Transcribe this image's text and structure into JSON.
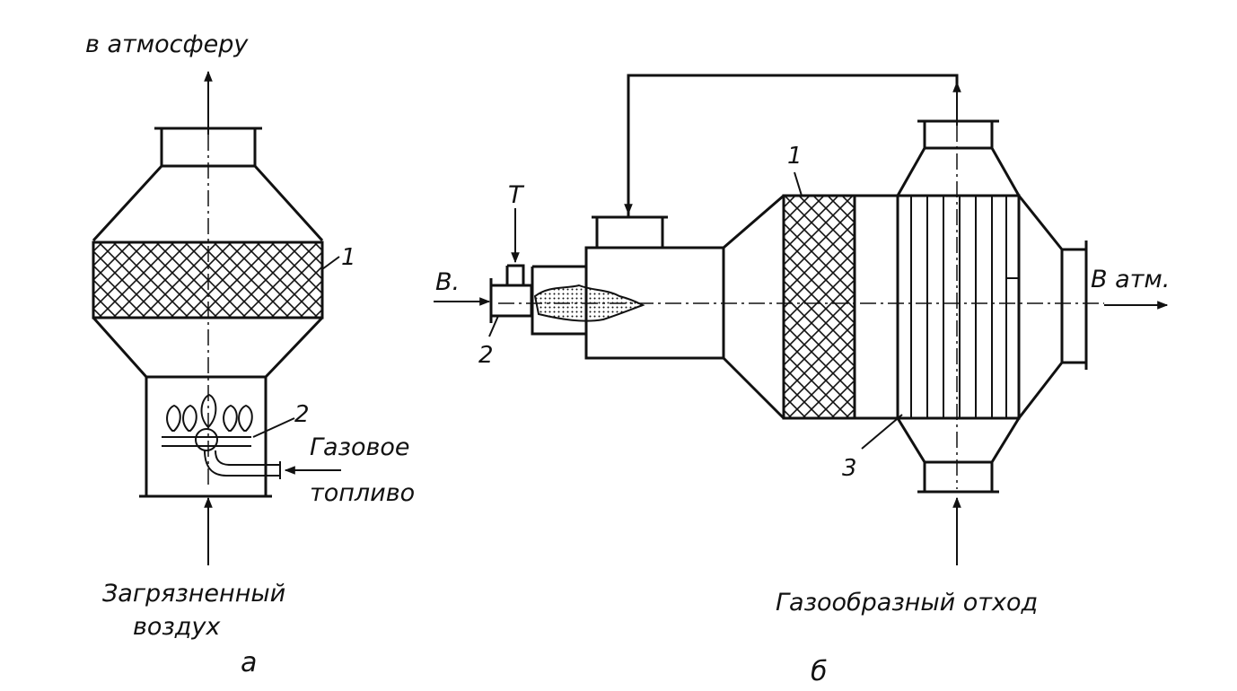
{
  "diagram_a": {
    "label_top": "в атмосферу",
    "label_bottom_line1": "Загрязненный",
    "label_bottom_line2": "воздух",
    "label_fuel_line1": "Газовое",
    "label_fuel_line2": "топливо",
    "callout_1": "1",
    "callout_2": "2",
    "caption": "а"
  },
  "diagram_b": {
    "label_T": "Т",
    "label_inlet": "В.",
    "label_outlet": "В атм.",
    "label_bottom": "Газообразный отход",
    "callout_1": "1",
    "callout_2": "2",
    "callout_3": "3",
    "caption": "б"
  }
}
